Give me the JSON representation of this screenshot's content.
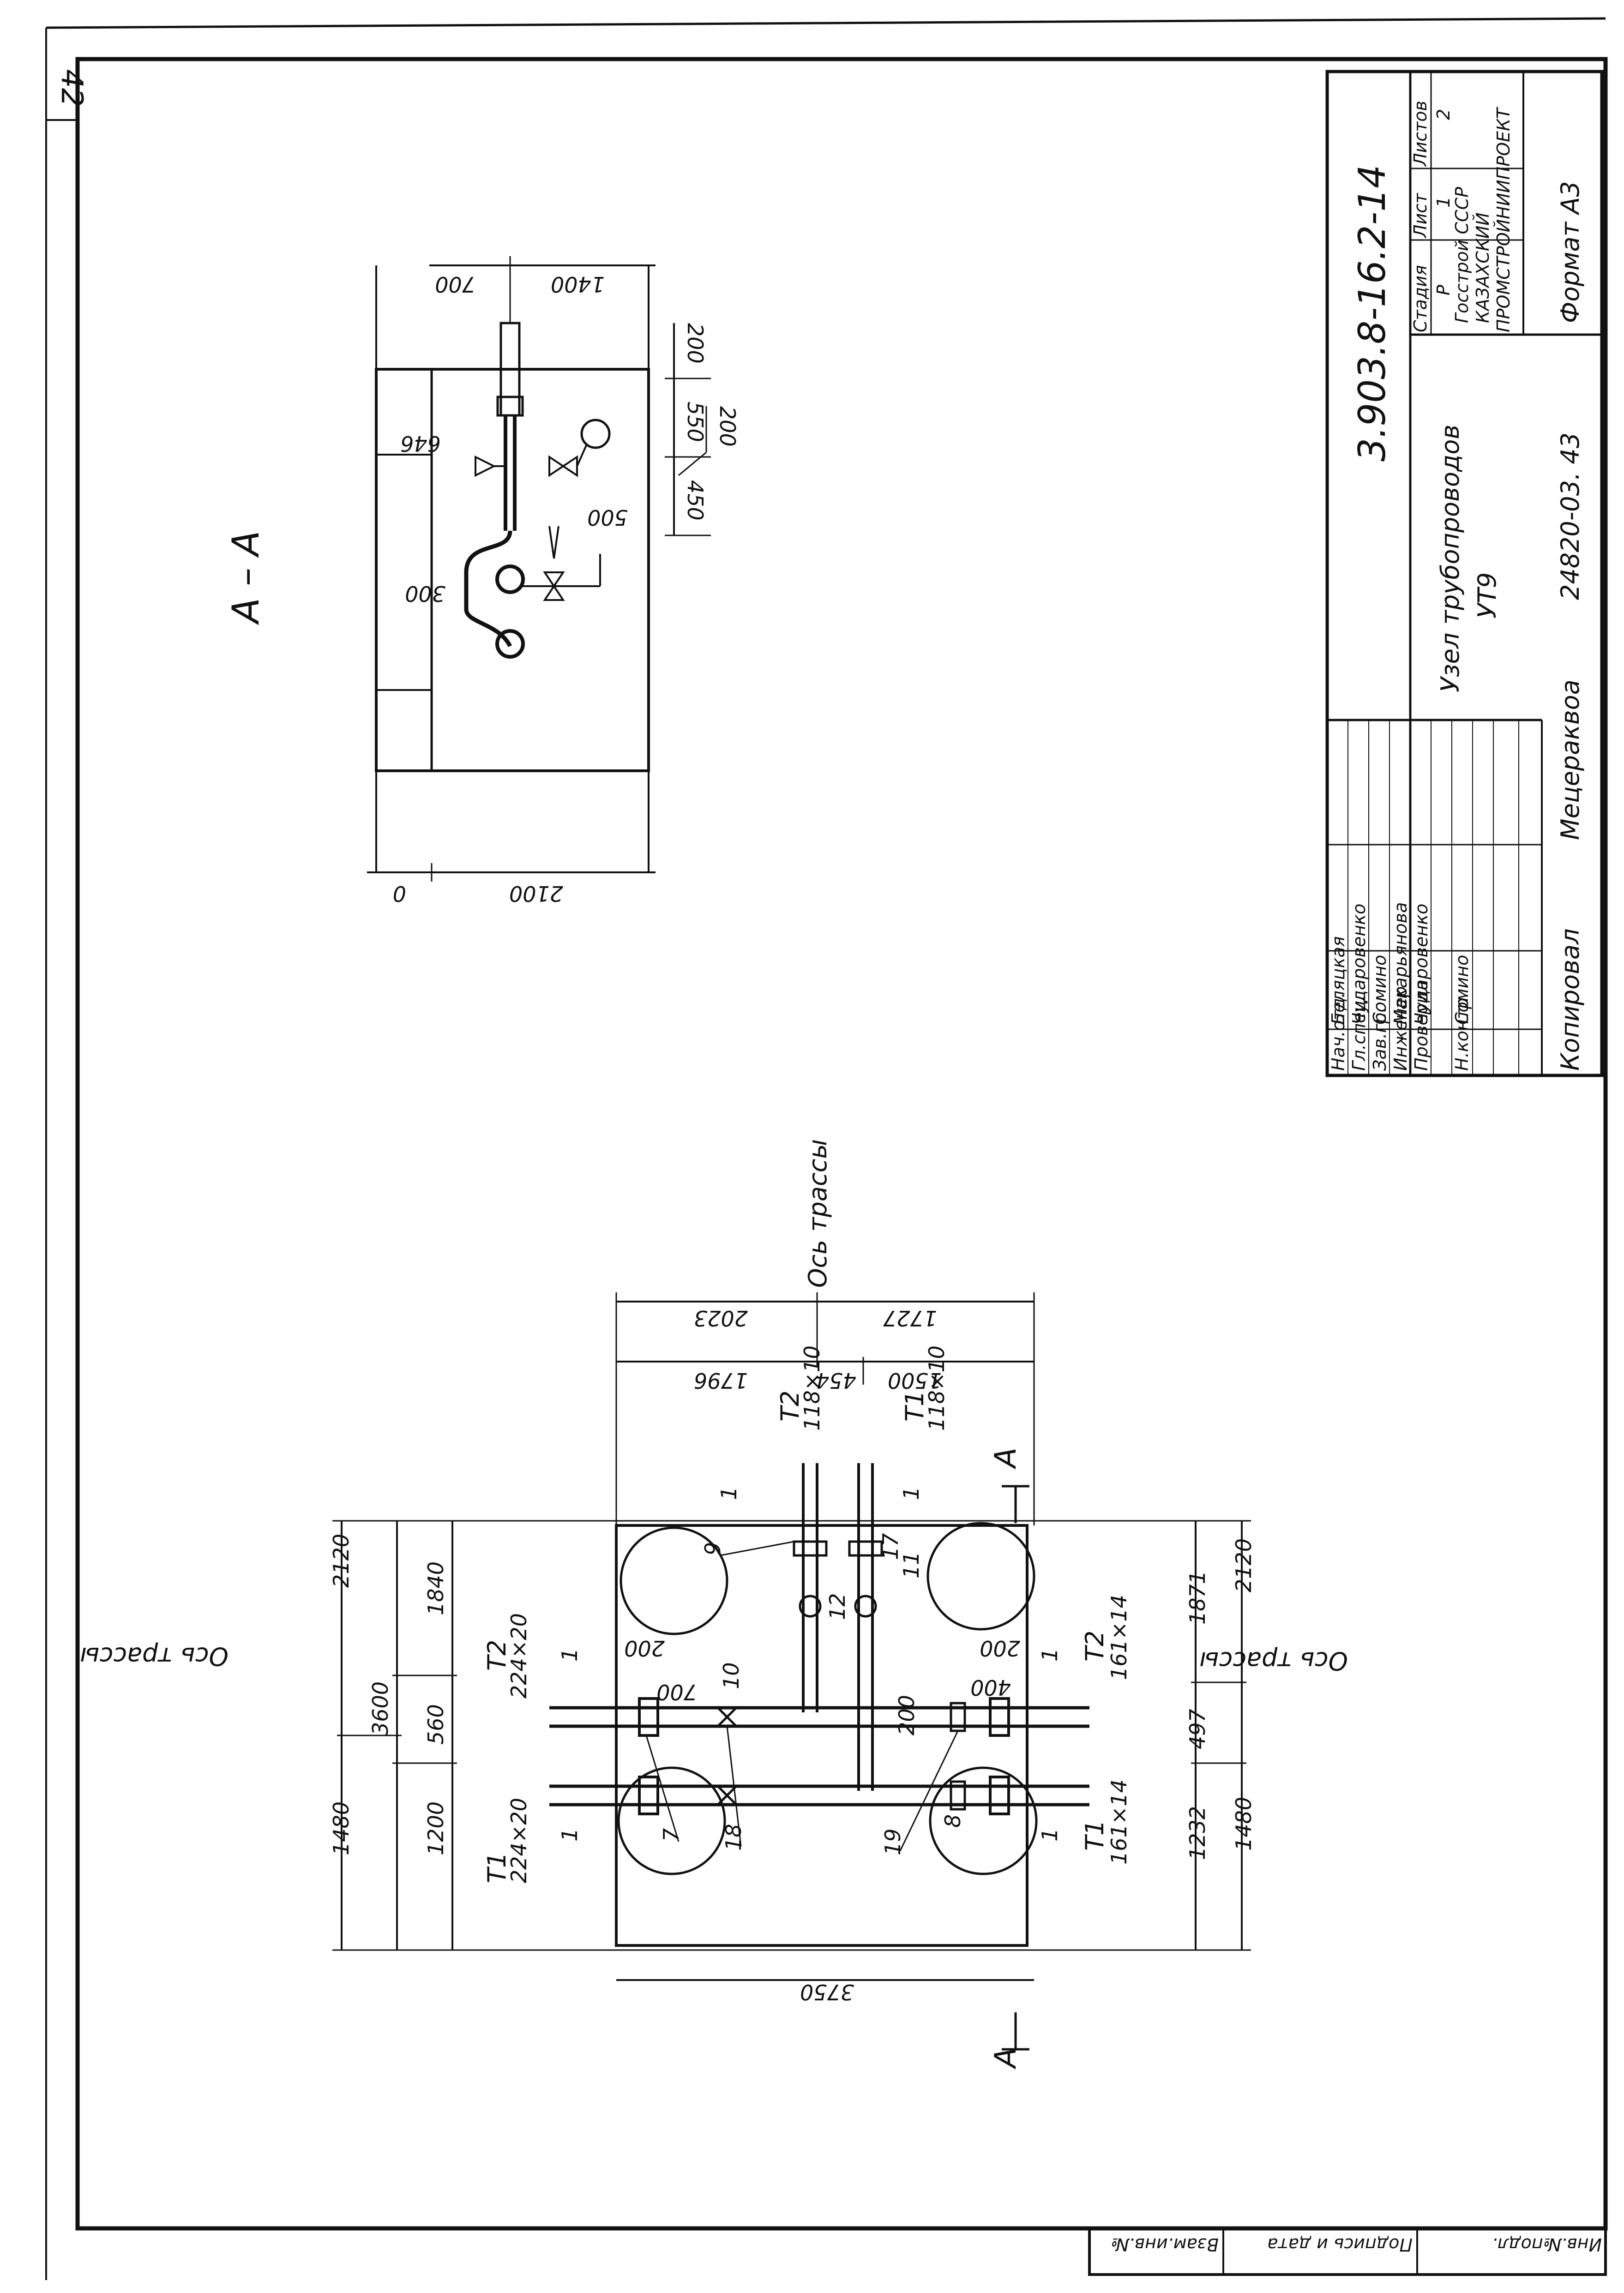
{
  "page_number": "42",
  "section": {
    "title": "А – А",
    "dims_top": [
      "700",
      "1400"
    ],
    "dims_right": [
      "200",
      "550",
      "450"
    ],
    "dim_200_marked": "200",
    "dim_500": "500",
    "dim_300": "300",
    "dim_bottom": [
      "0",
      "2100"
    ],
    "dim_valve": "646"
  },
  "plan": {
    "axis_top": "Ось трассы",
    "axis_left": "Ось трассы",
    "axis_right": "Ось трассы",
    "dims_top": [
      "2023",
      "1727"
    ],
    "dims_top2": [
      "1796",
      "454",
      "1500"
    ],
    "dims_left": [
      "2120",
      "1840",
      "560",
      "1200",
      "1480"
    ],
    "dim_left_total": "3600",
    "dims_right": [
      "1871",
      "497",
      "1232"
    ],
    "dims_right_outer": [
      "2120",
      "1480"
    ],
    "dim_bottom": "3750",
    "dims_inner": [
      "200",
      "700",
      "200",
      "400",
      "200"
    ],
    "pipes": {
      "t2_top": "Т2",
      "t2_top_size": "118×10",
      "t1_top": "Т1",
      "t1_top_size": "118×10",
      "t2_left": "Т2",
      "t2_left_size": "224×20",
      "t1_left": "Т1",
      "t1_left_size": "224×20",
      "t2_right": "Т2",
      "t2_right_size": "161×14",
      "t1_right": "Т1",
      "t1_right_size": "161×14"
    },
    "positions": [
      "9",
      "10",
      "11",
      "12",
      "17",
      "18",
      "19",
      "7",
      "8"
    ],
    "section_marks": [
      "А",
      "А"
    ],
    "cut_marks": [
      "1",
      "1",
      "1",
      "1",
      "1",
      "1"
    ]
  },
  "title_block": {
    "doc_code": "3.903.8-16.2-14",
    "object_title": "Узел трубопроводов",
    "object_sub": "УТ9",
    "headers": [
      "Стадия",
      "Лист",
      "Листов"
    ],
    "values": [
      "Р",
      "1",
      "2"
    ],
    "organization": [
      "Госстрой СССР",
      "КАЗАХСКИЙ",
      "ПРОМСТРОЙНИИПРОЕКТ"
    ],
    "roles": [
      "Нач.отд.",
      "Гл.спец.",
      "Зав.гр.",
      "Инженер",
      "Проверил",
      "",
      "Н.контр."
    ],
    "names": [
      "Беляцкая",
      "Чударовенко",
      "Сомино",
      "Макарьянова",
      "Чударовенко",
      "",
      "Сомино"
    ],
    "copied": "Копировал",
    "copier": "Мецераквоа",
    "inventory": "24820-03. 43",
    "format": "Формат А3"
  },
  "bottom_strip": [
    "Инв.№подл.",
    "Подпись и дата",
    "Взам.инв.№"
  ]
}
